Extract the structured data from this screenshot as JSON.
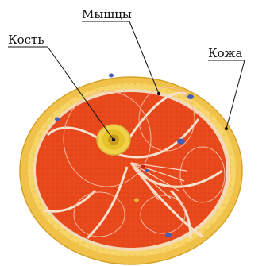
{
  "diagram": {
    "labels": {
      "bone": "Кость",
      "muscles": "Мышцы",
      "skin": "Кожа"
    },
    "colors": {
      "background": "#ffffff",
      "skin_outer": "#f0c24a",
      "skin_inner": "#e9b33a",
      "fat_layer": "#f6d468",
      "muscle_main": "#e8481c",
      "muscle_light": "#f06a2c",
      "fascia": "#f5e2cf",
      "bone_outer": "#f2d24a",
      "bone_inner": "#e6c22a",
      "marrow": "#c89a20",
      "vessel_blue": "#3f5fb8",
      "vessel_red": "#c0261a",
      "line": "#111111"
    }
  }
}
